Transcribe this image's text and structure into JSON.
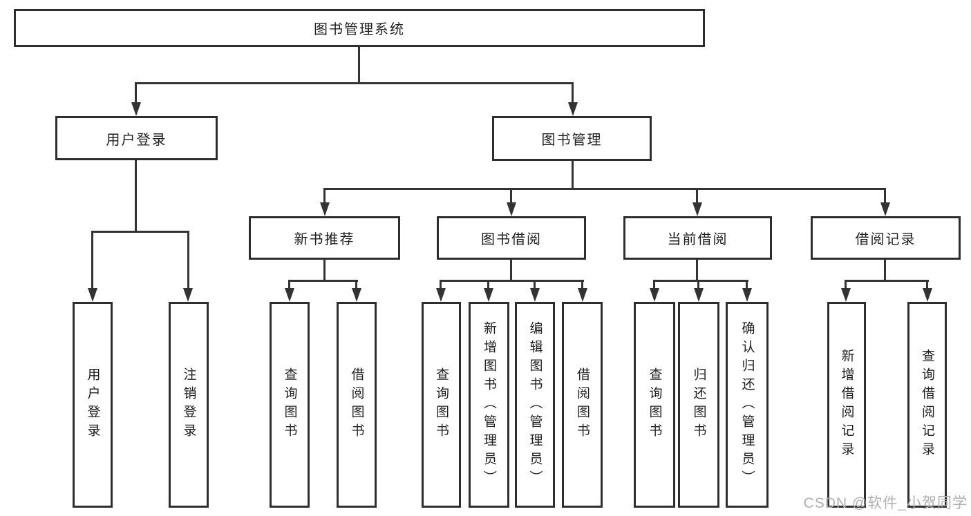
{
  "root": {
    "label": "图书管理系统"
  },
  "branches": [
    {
      "label": "用户登录",
      "children": [
        {
          "label": "用户登录"
        },
        {
          "label": "注销登录"
        }
      ]
    },
    {
      "label": "图书管理",
      "sections": [
        {
          "label": "新书推荐",
          "children": [
            {
              "label": "查询图书"
            },
            {
              "label": "借阅图书"
            }
          ]
        },
        {
          "label": "图书借阅",
          "children": [
            {
              "label": "查询图书"
            },
            {
              "label": "新增图书（管理员）"
            },
            {
              "label": "编辑图书（管理员）"
            },
            {
              "label": "借阅图书"
            }
          ]
        },
        {
          "label": "当前借阅",
          "children": [
            {
              "label": "查询图书"
            },
            {
              "label": "归还图书"
            },
            {
              "label": "确认归还（管理员）"
            }
          ]
        },
        {
          "label": "借阅记录",
          "children": [
            {
              "label": "新增借阅记录"
            },
            {
              "label": "查询借阅记录"
            }
          ]
        }
      ]
    }
  ],
  "watermark": "CSDN @软件_小贺同学",
  "colors": {
    "line": "#333333",
    "box_border": "#2e2e2e",
    "text": "#1f1f1f",
    "watermark": "#b0b0b0",
    "background": "#ffffff"
  }
}
